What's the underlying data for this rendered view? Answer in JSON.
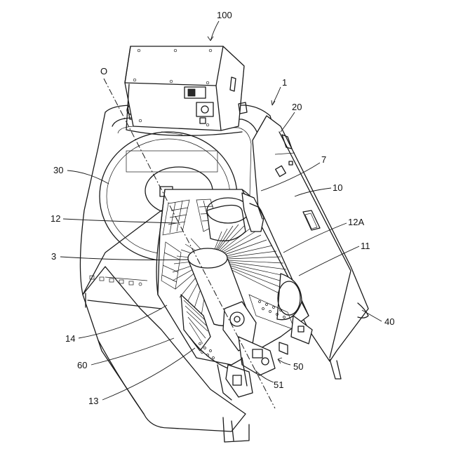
{
  "reference_labels": {
    "ref_100": "100",
    "ref_O": "O",
    "ref_1": "1",
    "ref_20": "20",
    "ref_30": "30",
    "ref_7": "7",
    "ref_10": "10",
    "ref_12": "12",
    "ref_12A": "12A",
    "ref_3": "3",
    "ref_11": "11",
    "ref_40": "40",
    "ref_14": "14",
    "ref_50": "50",
    "ref_60": "60",
    "ref_51": "51",
    "ref_13": "13"
  }
}
